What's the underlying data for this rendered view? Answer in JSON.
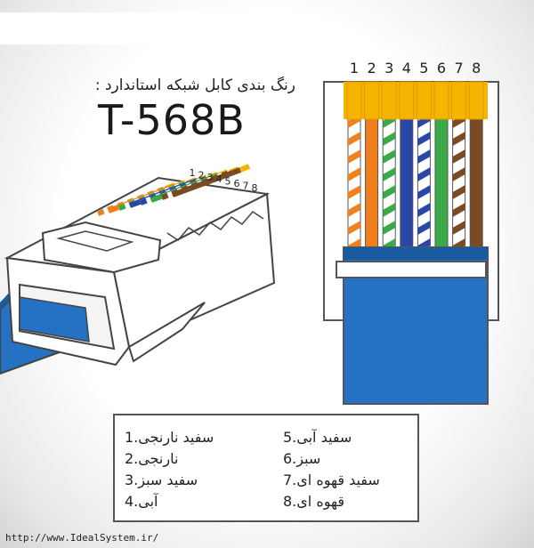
{
  "subtitle": "رنگ بندی کابل شبکه استاندارد :",
  "title": "T-568B",
  "pin_numbers": [
    "1",
    "2",
    "3",
    "4",
    "5",
    "6",
    "7",
    "8"
  ],
  "wires": [
    {
      "pin": "1",
      "base": "#f07f1c",
      "striped": true
    },
    {
      "pin": "2",
      "base": "#f07f1c",
      "striped": false
    },
    {
      "pin": "3",
      "base": "#3aaa48",
      "striped": true
    },
    {
      "pin": "4",
      "base": "#2a46a6",
      "striped": false
    },
    {
      "pin": "5",
      "base": "#2a46a6",
      "striped": true
    },
    {
      "pin": "6",
      "base": "#3aaa48",
      "striped": false
    },
    {
      "pin": "7",
      "base": "#7a4a22",
      "striped": true
    },
    {
      "pin": "8",
      "base": "#7a4a22",
      "striped": false
    }
  ],
  "colors": {
    "contact": "#f5b400",
    "cable": "#2572c4",
    "cable_dark": "#1a5aa0",
    "connector_outline": "#555555"
  },
  "legend": [
    {
      "num": "1.",
      "name": "سفید نارنجی"
    },
    {
      "num": "2.",
      "name": "نارنجی"
    },
    {
      "num": "3.",
      "name": "سفید سبز"
    },
    {
      "num": "4.",
      "name": "آبی"
    },
    {
      "num": "5.",
      "name": "سفید آبی"
    },
    {
      "num": "6.",
      "name": "سبز"
    },
    {
      "num": "7.",
      "name": "سفید قهوه ای"
    },
    {
      "num": "8.",
      "name": "قهوه ای"
    }
  ],
  "url": "http://www.IdealSystem.ir/"
}
